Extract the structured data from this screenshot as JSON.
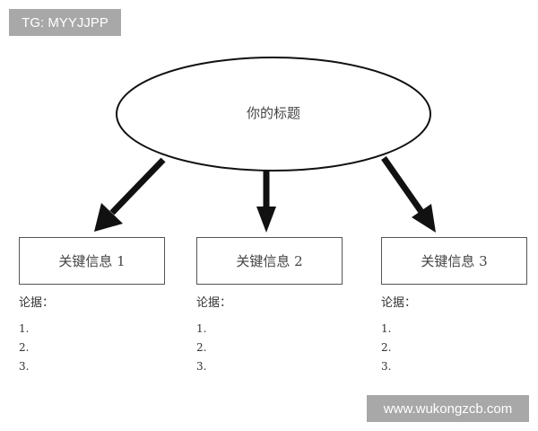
{
  "watermarks": {
    "top_left": "TG: MYYJJPP",
    "bottom_right": "www.wukongzcb.com"
  },
  "diagram": {
    "title": "你的标题",
    "colors": {
      "stroke": "#111111",
      "box_border": "#555555",
      "watermark_bg": "#a8a8a8",
      "watermark_text": "#ffffff"
    },
    "branches": [
      {
        "key_info": "关键信息 1",
        "evidence_label": "论据：",
        "items": [
          "1.",
          "2.",
          "3."
        ]
      },
      {
        "key_info": "关键信息 2",
        "evidence_label": "论据：",
        "items": [
          "1.",
          "2.",
          "3."
        ]
      },
      {
        "key_info": "关键信息 3",
        "evidence_label": "论据：",
        "items": [
          "1.",
          "2.",
          "3."
        ]
      }
    ]
  }
}
